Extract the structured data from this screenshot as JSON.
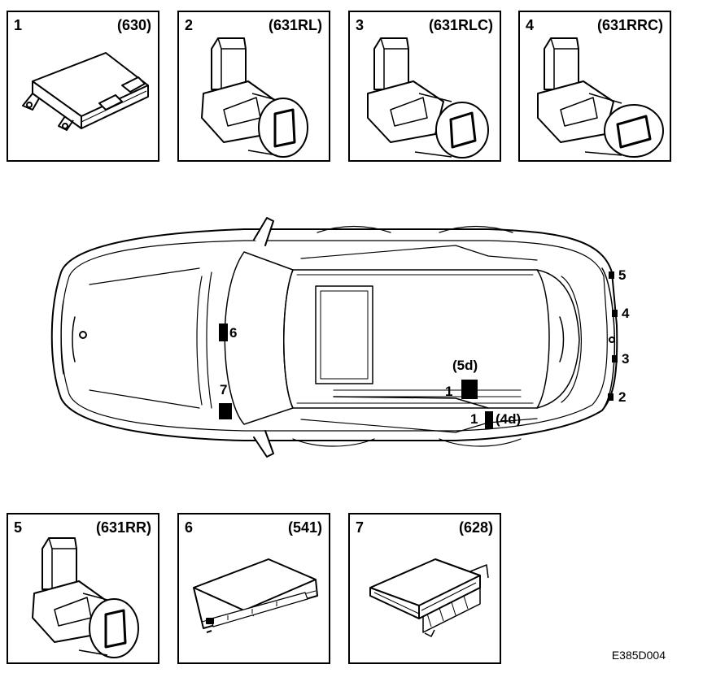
{
  "panels": [
    {
      "number": "1",
      "code": "(630)",
      "icon": "control-unit-icon"
    },
    {
      "number": "2",
      "code": "(631RL)",
      "icon": "parking-sensor-icon"
    },
    {
      "number": "3",
      "code": "(631RLC)",
      "icon": "parking-sensor-icon"
    },
    {
      "number": "4",
      "code": "(631RRC)",
      "icon": "parking-sensor-icon"
    },
    {
      "number": "5",
      "code": "(631RR)",
      "icon": "parking-sensor-icon"
    },
    {
      "number": "6",
      "code": "(541)",
      "icon": "radio-unit-icon"
    },
    {
      "number": "7",
      "code": "(628)",
      "icon": "module-icon"
    }
  ],
  "car_labels": {
    "l5": "5",
    "l4": "4",
    "l3": "3",
    "l2": "2",
    "l6": "6",
    "l7": "7",
    "one_a": "1",
    "one_b": "1",
    "c5d": "(5d)",
    "c4d": "(4d)"
  },
  "footer_code": "E385D004",
  "colors": {
    "line": "#000000",
    "background": "#ffffff"
  }
}
